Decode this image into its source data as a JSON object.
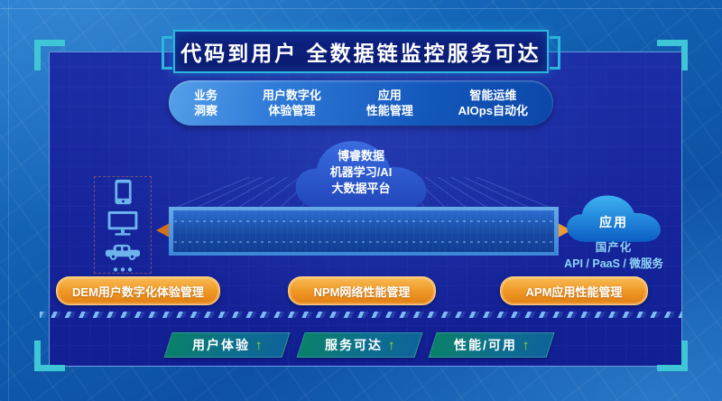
{
  "title": {
    "text": "代码到用户 全数据链监控服务可达"
  },
  "capabilities": [
    {
      "line1": "业务",
      "line2": "洞察"
    },
    {
      "line1": "用户数字化",
      "line2": "体验管理"
    },
    {
      "line1": "应用",
      "line2": "性能管理"
    },
    {
      "line1": "智能运维",
      "line2": "AIOps自动化"
    }
  ],
  "platform_cloud": {
    "line1": "博睿数据",
    "line2": "机器学习/AI",
    "line3": "大数据平台"
  },
  "app_cloud": {
    "label": "应用",
    "sub1": "国产化",
    "sub2": "API / PaaS / 微服务"
  },
  "devices": {
    "icons": [
      "tablet-icon",
      "monitor-icon",
      "car-icon",
      "ellipsis-icon"
    ]
  },
  "products": [
    {
      "label": "DEM用户数字化体验管理"
    },
    {
      "label": "NPM网络性能管理"
    },
    {
      "label": "APM应用性能管理"
    }
  ],
  "outcomes": [
    {
      "label": "用户体验",
      "arrow": "↑"
    },
    {
      "label": "服务可达",
      "arrow": "↑"
    },
    {
      "label": "性能/可用",
      "arrow": "↑"
    }
  ],
  "colors": {
    "accent_cyan": "#3fc6d6",
    "banner_border": "#2db6dd",
    "panel_navy": "#16249b",
    "pill_blue_light": "#55a0e8",
    "pill_blue_dark": "#0b47a8",
    "cloud_mid_blue": "#2f5ccc",
    "cloud_right_blue": "#2aa2ea",
    "band_edge_blue": "#66aae8",
    "arrow_orange": "#d9771b",
    "product_orange": "#f09a28",
    "outcome_teal": "#0a8168",
    "outcome_blue": "#0e639a",
    "up_arrow_green": "#8fd838",
    "icon_light_blue": "#6db4ec",
    "sub_text_blue": "#8ed3f4"
  }
}
